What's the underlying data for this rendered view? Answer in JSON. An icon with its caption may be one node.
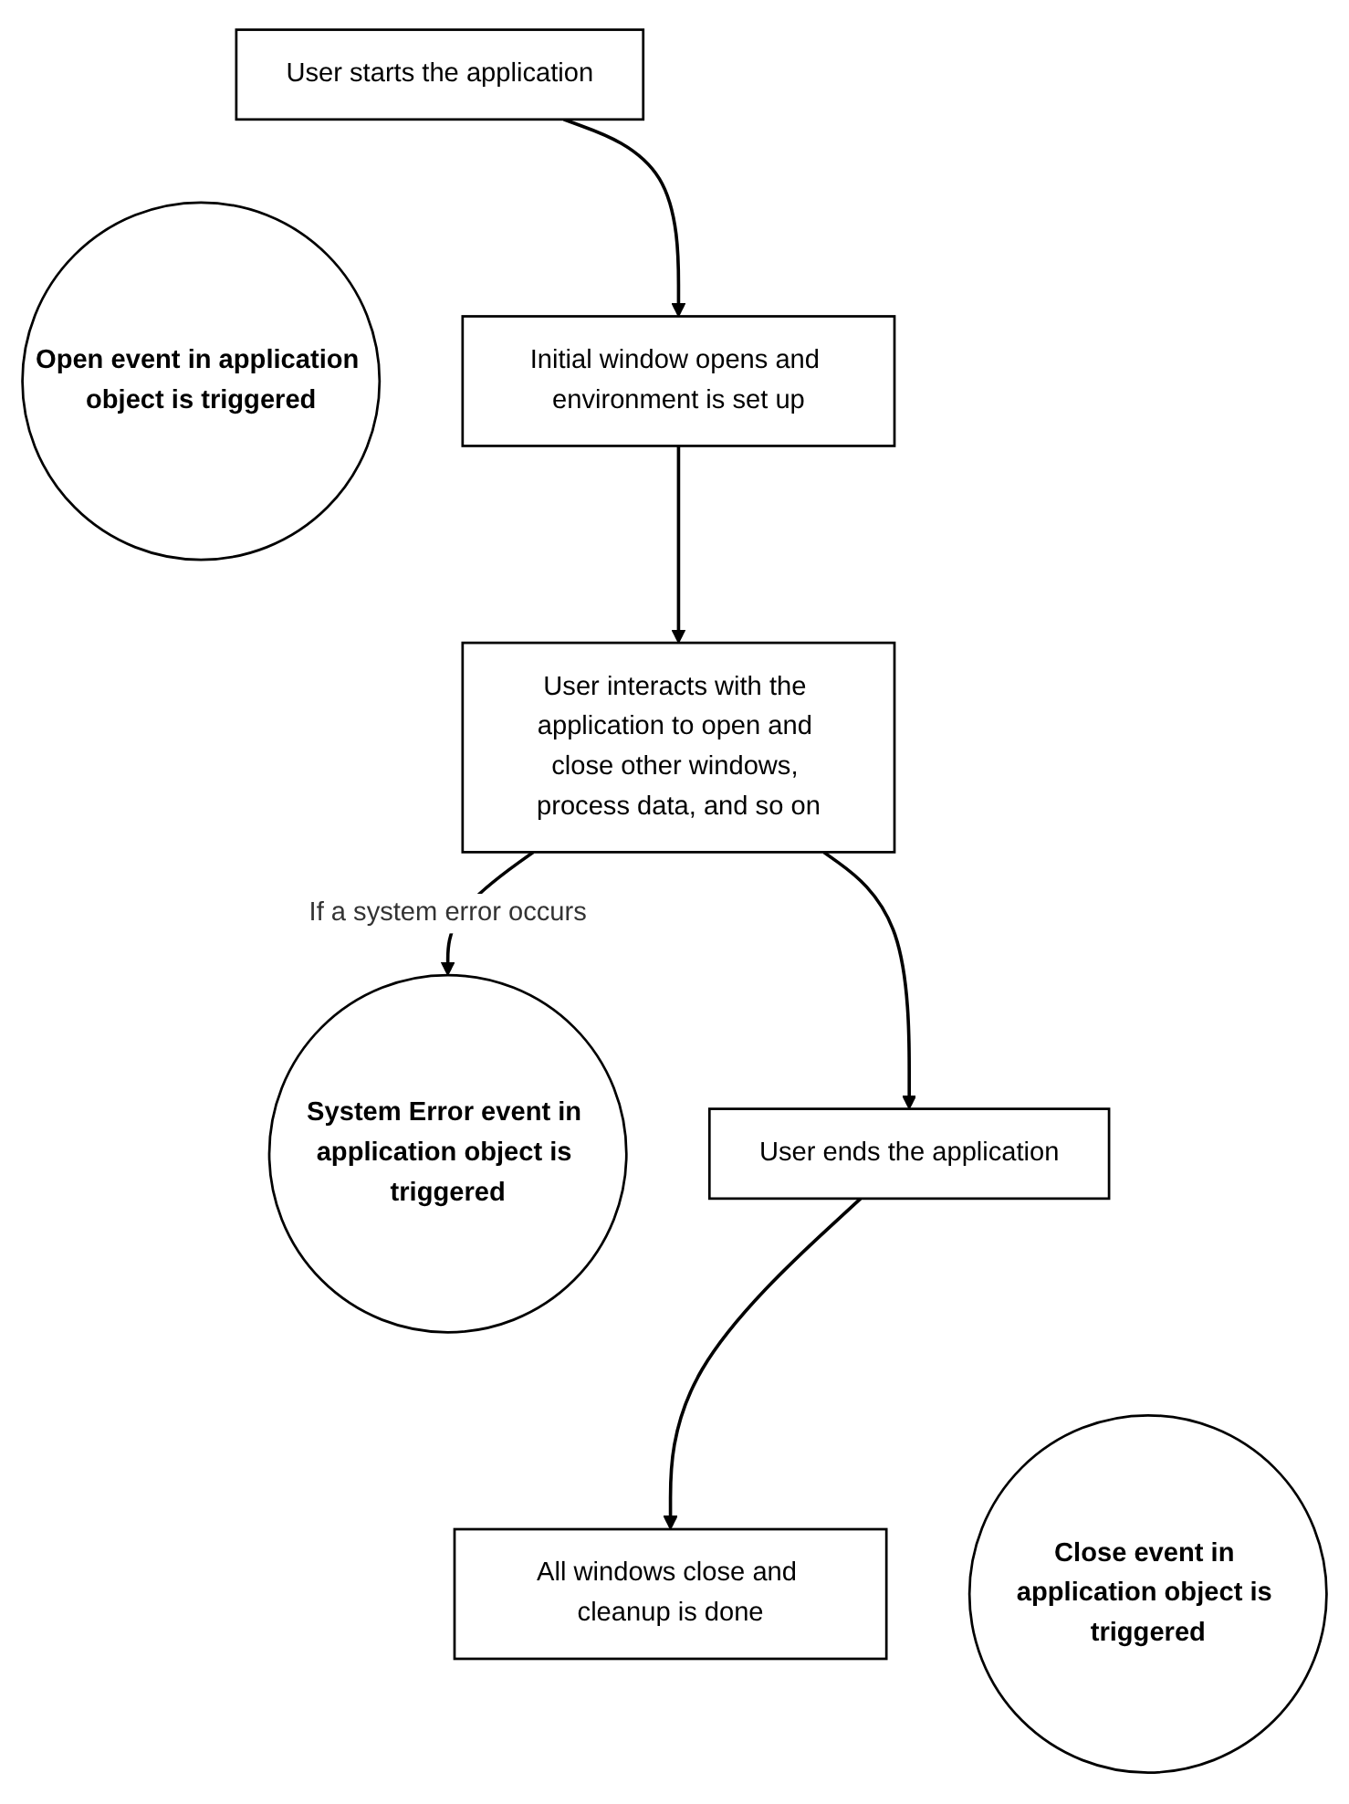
{
  "diagram": {
    "nodes": [
      {
        "text": [
          "User starts the application"
        ]
      },
      {
        "text": [
          "Open event in application object is triggered"
        ]
      },
      {
        "text": [
          "Initial window opens and environment is set up"
        ]
      },
      {
        "text": [
          "User interacts with the application to open and close other windows, process data, and so on"
        ]
      },
      {
        "text": [
          "System Error event in application object is triggered"
        ]
      },
      {
        "text": [
          "User ends the application"
        ]
      },
      {
        "text": [
          "Close event in application object is triggered"
        ]
      },
      {
        "text": [
          "All windows close and cleanup is done"
        ]
      }
    ],
    "edges": [
      {
        "from": 0,
        "to": 2,
        "arrow": "to"
      },
      {
        "from": 2,
        "to": 3,
        "arrow": "to"
      },
      {
        "from": 3,
        "to": 4,
        "arrow": "to",
        "label": "If a system error occurs"
      },
      {
        "from": 3,
        "to": 5,
        "arrow": "to"
      },
      {
        "from": 5,
        "to": 7,
        "arrow": "to"
      }
    ]
  }
}
